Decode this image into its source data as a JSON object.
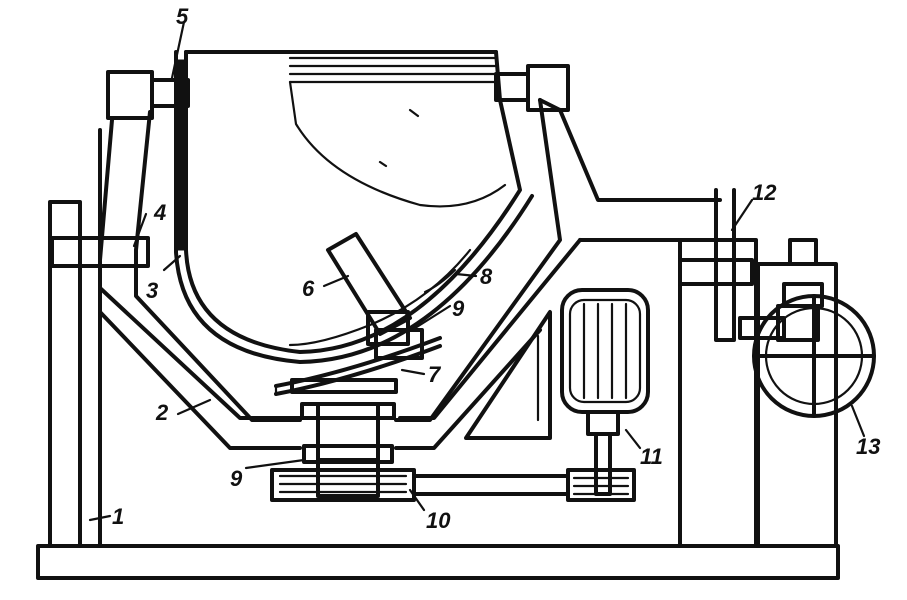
{
  "labels": {
    "l1": "1",
    "l2": "2",
    "l3": "3",
    "l4": "4",
    "l5": "5",
    "l6": "6",
    "l7": "7",
    "l8": "8",
    "l9": "9",
    "l9b": "9",
    "l10": "10",
    "l11": "11",
    "l12": "12",
    "l13": "13"
  },
  "colors": {
    "ink": "#111111",
    "paper": "#ffffff"
  }
}
